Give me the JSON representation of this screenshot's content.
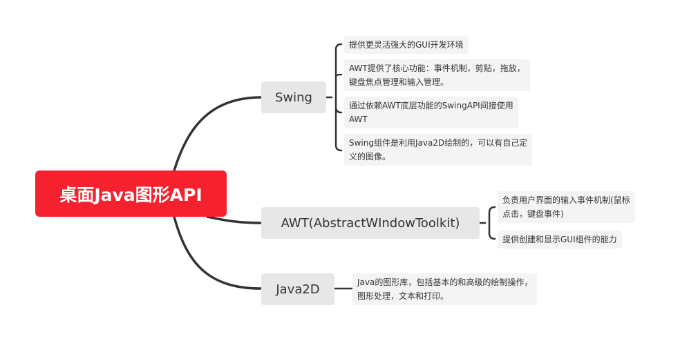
{
  "root": {
    "label": "桌面Java图形API"
  },
  "topics": [
    {
      "label": "Swing",
      "children": [
        "提供更灵活强大的GUI开发环境",
        [
          "AWT提供了核心功能：事件机制，剪贴，拖放，",
          "键盘焦点管理和输入管理。"
        ],
        [
          "通过依赖AWT底层功能的SwingAPI间接使用",
          "AWT"
        ],
        [
          "Swing组件是利用Java2D绘制的，可以有自己定",
          "义的图像。"
        ]
      ]
    },
    {
      "label": "AWT(AbstractWIndowToolkit)",
      "children": [
        [
          "负责用户界面的输入事件机制(鼠标",
          "点击，键盘事件)"
        ],
        "提供创建和显示GUI组件的能力"
      ]
    },
    {
      "label": "Java2D",
      "children": [
        [
          "Java的图形库，包括基本的和高级的绘制操作，",
          "图形处理，文本和打印。"
        ]
      ]
    }
  ]
}
